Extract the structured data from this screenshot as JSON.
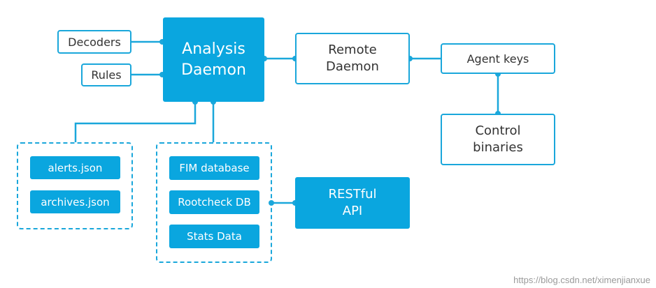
{
  "nodes": {
    "decoders": "Decoders",
    "rules": "Rules",
    "analysis_daemon": "Analysis\nDaemon",
    "remote_daemon": "Remote\nDaemon",
    "agent_keys": "Agent keys",
    "control_binaries": "Control\nbinaries",
    "alerts_json": "alerts.json",
    "archives_json": "archives.json",
    "fim_database": "FIM database",
    "rootcheck_db": "Rootcheck DB",
    "stats_data": "Stats Data",
    "restful_api": "RESTful\nAPI"
  },
  "colors": {
    "accent": "#0aa6df",
    "line": "#1aa7db",
    "outline_text": "#333333"
  },
  "watermark": "https://blog.csdn.net/ximenjianxue"
}
